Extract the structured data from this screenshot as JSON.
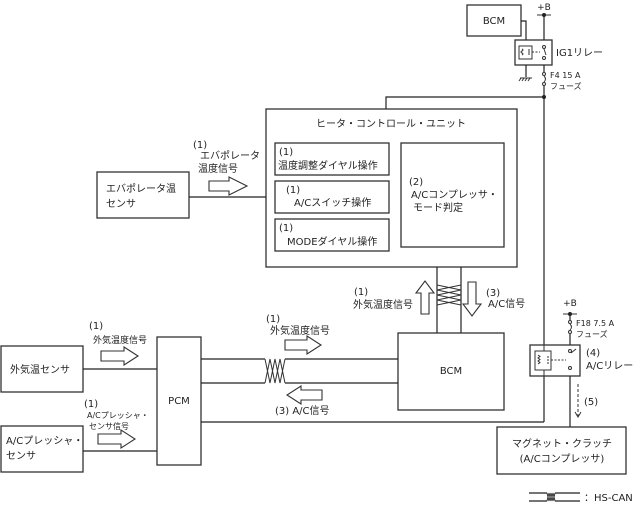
{
  "diagram": {
    "title": "A/C control system diagram",
    "components": {
      "bcm_top": "BCM",
      "plus_b_top": "+B",
      "ig1_relay": "IG1リレー",
      "fuse_f4_line1": "F4 15 A",
      "fuse_f4_line2": "フューズ",
      "hcu_title": "ヒータ・コントロール・ユニット",
      "hcu_block1_num": "(1)",
      "hcu_block1_label": "温度調整ダイヤル操作",
      "hcu_block2_num": "(1)",
      "hcu_block2_label": "A/Cスイッチ操作",
      "hcu_block3_num": "(1)",
      "hcu_block3_label": "MODEダイヤル操作",
      "hcu_block4_num": "(2)",
      "hcu_block4_line1": "A/Cコンプレッサ・",
      "hcu_block4_line2": "モード判定",
      "evap_sensor_line1": "エバポレータ温",
      "evap_sensor_line2": "センサ",
      "evap_signal_num": "(1)",
      "evap_signal_line1": "エバポレータ",
      "evap_signal_line2": "温度信号",
      "bcm_vert_up_num": "(1)",
      "bcm_vert_up_label": "外気温度信号",
      "bcm_vert_down_num": "(3)",
      "bcm_vert_down_label": "A/C信号",
      "outside_sensor": "外気温センサ",
      "outside_signal_num": "(1)",
      "outside_signal_label": "外気温度信号",
      "pressure_sensor_line1": "A/Cプレッシャ・",
      "pressure_sensor_line2": "センサ",
      "pressure_signal_num": "(1)",
      "pressure_signal_line1": "A/Cプレッシャ・",
      "pressure_signal_line2": "センサ信号",
      "pcm": "PCM",
      "can_right_num": "(1)",
      "can_right_label": "外気温度信号",
      "can_left_label": "(3) A/C信号",
      "bcm_mid": "BCM",
      "plus_b_right": "+B",
      "fuse_f18_line1": "F18 7.5 A",
      "fuse_f18_line2": "フューズ",
      "ac_relay_num": "(4)",
      "ac_relay_label": "A/Cリレー",
      "clutch_signal_num": "(5)",
      "clutch_line1": "マグネット・クラッチ",
      "clutch_line2": "(A/Cコンプレッサ)"
    },
    "legend": {
      "label": "：HS-CAN"
    }
  }
}
